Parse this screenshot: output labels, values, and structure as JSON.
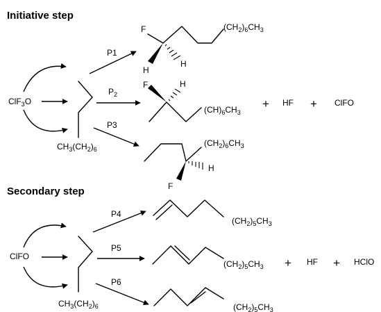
{
  "headings": {
    "initiative": "Initiative step",
    "secondary": "Secondary step"
  },
  "initiative": {
    "reagent": {
      "pre": "ClF",
      "sub": "3",
      "post": "O"
    },
    "chain": {
      "pre": "CH",
      "sub1": "3",
      "mid": "(CH",
      "sub2": "2",
      "post": ")",
      "sub3": "6"
    },
    "paths": [
      {
        "label": "P1"
      },
      {
        "label_pre": "P",
        "label_sub": "2"
      },
      {
        "label": "P3"
      }
    ],
    "p1": {
      "F": "F",
      "H1": "H",
      "H2": "H",
      "tail": {
        "pre": "(CH",
        "sub1": "2",
        "mid": ")",
        "sub2": "6",
        "post": "CH",
        "sub3": "3"
      }
    },
    "p2": {
      "F": "F",
      "H": "H",
      "tail": {
        "pre": "(CH)",
        "sub1": "6",
        "post": "CH",
        "sub2": "3"
      }
    },
    "p3": {
      "F": "F",
      "H": "H",
      "tail": {
        "pre": "(CH",
        "sub1": "2",
        "mid": ")",
        "sub2": "6",
        "post": "CH",
        "sub3": "3"
      }
    },
    "byproducts": {
      "plus1": "+",
      "hf": "HF",
      "plus2": "+",
      "clfo": "ClFO"
    }
  },
  "secondary": {
    "reagent": "ClFO",
    "chain": {
      "pre": "CH",
      "sub1": "3",
      "mid": "(CH",
      "sub2": "2",
      "post": ")",
      "sub3": "6"
    },
    "paths": [
      {
        "label": "P4"
      },
      {
        "label": "P5"
      },
      {
        "label": "P6"
      }
    ],
    "p4": {
      "tail": {
        "pre": "(CH",
        "sub1": "2",
        "mid": ")",
        "sub2": "5",
        "post": "CH",
        "sub3": "3"
      }
    },
    "p5": {
      "tail": {
        "pre": "(CH",
        "sub1": "2",
        "mid": ")",
        "sub2": "5",
        "post": "CH",
        "sub3": "3"
      }
    },
    "p6": {
      "tail": {
        "pre": "(CH",
        "sub1": "2",
        "mid": ")",
        "sub2": "5",
        "post": "CH",
        "sub3": "3"
      }
    },
    "byproducts": {
      "plus1": "+",
      "hf": "HF",
      "plus2": "+",
      "hclo": "HClO"
    }
  }
}
